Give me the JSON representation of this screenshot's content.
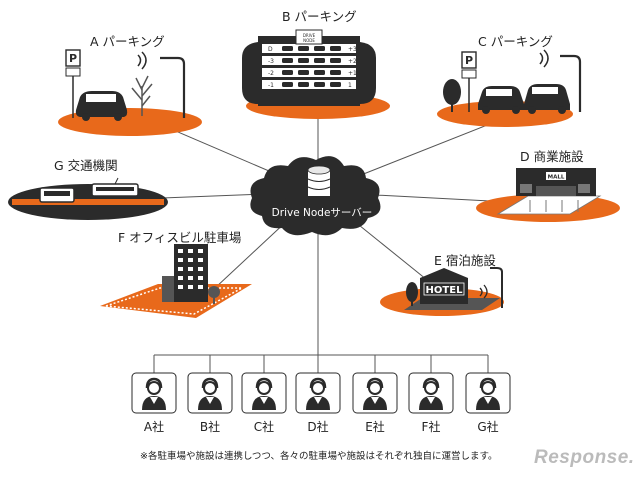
{
  "server": {
    "label": "Drive  Nodeサーバー",
    "icon": "database-icon"
  },
  "facilities": {
    "a": {
      "label": "A パーキング"
    },
    "b": {
      "label": "B パーキング"
    },
    "c": {
      "label": "C パーキング"
    },
    "d": {
      "label": "D 商業施設",
      "sign": "MALL"
    },
    "e": {
      "label": "E 宿泊施設",
      "sign": "HOTEL"
    },
    "f": {
      "label": "F オフィスビル駐車場"
    },
    "g": {
      "label": "G 交通機関"
    }
  },
  "parking_b_floors": [
    "+3",
    "+2",
    "+1",
    "1",
    "D",
    "-3",
    "-2",
    "-1"
  ],
  "companies": [
    "A社",
    "B社",
    "C社",
    "D社",
    "E社",
    "F社",
    "G社"
  ],
  "footnote": "※各駐車場や施設は連携しつつ、各々の駐車場や施設はそれぞれ独自に運営します。",
  "brand": "Response.",
  "colors": {
    "accent": "#e8691b",
    "dark": "#2b2b2b",
    "line": "#555555"
  }
}
